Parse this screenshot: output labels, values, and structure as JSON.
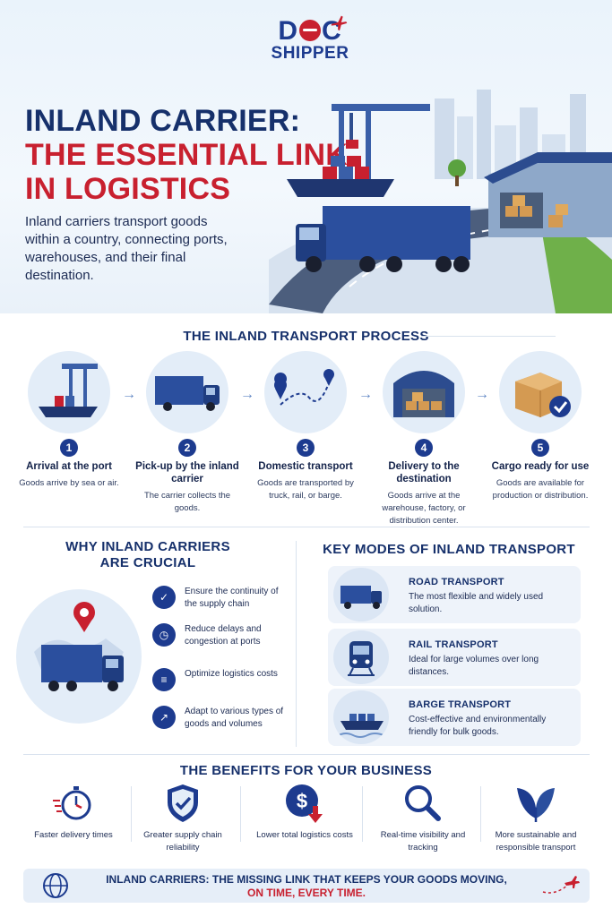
{
  "logo": {
    "top": "D  C",
    "bottom": "SHIPPER"
  },
  "hero": {
    "title_line1": "INLAND CARRIER:",
    "title_line2": "THE ESSENTIAL LINK",
    "title_line3": "IN LOGISTICS",
    "intro": "Inland carriers transport goods within a country, connecting ports, warehouses, and their final destination."
  },
  "process": {
    "title": "THE INLAND TRANSPORT PROCESS",
    "steps": [
      {
        "num": "1",
        "title": "Arrival at the port",
        "desc": "Goods arrive by sea or air.",
        "icon": "port-crane-icon"
      },
      {
        "num": "2",
        "title": "Pick-up by the inland carrier",
        "desc": "The carrier collects the goods.",
        "icon": "truck-icon"
      },
      {
        "num": "3",
        "title": "Domestic transport",
        "desc": "Goods are transported by truck, rail, or barge.",
        "icon": "route-map-icon"
      },
      {
        "num": "4",
        "title": "Delivery to the destination",
        "desc": "Goods arrive at the warehouse, factory, or distribution center.",
        "icon": "warehouse-icon"
      },
      {
        "num": "5",
        "title": "Cargo ready for use",
        "desc": "Goods are available for production or distribution.",
        "icon": "box-check-icon"
      }
    ]
  },
  "why": {
    "title_line1": "WHY INLAND CARRIERS",
    "title_line2": "ARE CRUCIAL",
    "items": [
      {
        "text": "Ensure the continuity of the supply chain",
        "icon": "shield-check-icon"
      },
      {
        "text": "Reduce delays and congestion at ports",
        "icon": "clock-icon"
      },
      {
        "text": "Optimize logistics costs",
        "icon": "coins-icon"
      },
      {
        "text": "Adapt to various types of goods and volumes",
        "icon": "growth-chart-icon"
      }
    ]
  },
  "modes": {
    "title": "KEY MODES OF INLAND TRANSPORT",
    "items": [
      {
        "title": "ROAD TRANSPORT",
        "desc": "The most flexible and widely used solution.",
        "icon": "truck-icon"
      },
      {
        "title": "RAIL TRANSPORT",
        "desc": "Ideal for large volumes over long distances.",
        "icon": "train-icon"
      },
      {
        "title": "BARGE TRANSPORT",
        "desc": "Cost-effective and environmentally friendly for bulk goods.",
        "icon": "barge-icon"
      }
    ]
  },
  "benefits": {
    "title": "THE BENEFITS FOR YOUR BUSINESS",
    "items": [
      {
        "text": "Faster delivery times",
        "icon": "stopwatch-icon"
      },
      {
        "text": "Greater supply chain reliability",
        "icon": "shield-check-icon"
      },
      {
        "text": "Lower total logistics costs",
        "icon": "dollar-down-icon"
      },
      {
        "text": "Real-time visibility and tracking",
        "icon": "magnifier-icon"
      },
      {
        "text": "More sustainable and responsible transport",
        "icon": "leaf-icon"
      }
    ]
  },
  "footer": {
    "line1": "INLAND CARRIERS: THE MISSING LINK THAT KEEPS YOUR GOODS MOVING,",
    "line2": "ON TIME, EVERY TIME."
  },
  "colors": {
    "navy": "#16306b",
    "blue": "#1d3b8f",
    "red": "#c8202f",
    "light": "#e3edf8"
  }
}
